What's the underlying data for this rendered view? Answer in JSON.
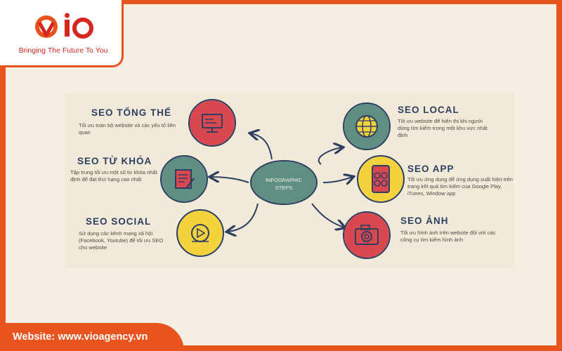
{
  "brand": {
    "logo_text": "iO",
    "tagline": "Bringing The Future To You",
    "colors": {
      "primary": "#e8541d",
      "red": "#d8261e",
      "navy": "#2d3e63"
    }
  },
  "center": {
    "label_line1": "INFOGRAPHIC",
    "label_line2": "STEPS"
  },
  "items": [
    {
      "title": "SEO TỔNG THỂ",
      "desc": "Tối ưu toàn bộ website và các yếu tố liên quan",
      "icon": "monitor-icon",
      "color": "#d9474f"
    },
    {
      "title": "SEO TỪ KHÓA",
      "desc": "Tập trung tối ưu một số từ khóa nhất định để đạt thứ hạng cao nhất",
      "icon": "document-edit-icon",
      "color": "#5f8f82"
    },
    {
      "title": "SEO SOCIAL",
      "desc": "Sử dụng các kênh mạng xã hội (Facebook, Youtube) để tối ưu SEO cho website",
      "icon": "video-play-icon",
      "color": "#f3d23e"
    },
    {
      "title": "SEO LOCAL",
      "desc": "Tối ưu website để hiển thị khi người dùng tìm kiếm trong một khu vực nhất định",
      "icon": "globe-icon",
      "color": "#5f8f82"
    },
    {
      "title": "SEO APP",
      "desc": "Tối ưu ứng dụng để ứng dụng xuất hiện trên trang kết quả tìm kiếm của Google Play, iTunes, Window app",
      "icon": "mobile-app-icon",
      "color": "#f3d23e"
    },
    {
      "title": "SEO ẢNH",
      "desc": "Tối ưu hình ảnh trên website đối với các công cụ tìm kiếm hình ảnh",
      "icon": "camera-icon",
      "color": "#d9474f"
    }
  ],
  "footer": {
    "text": "Website: www.vioagency.vn"
  }
}
